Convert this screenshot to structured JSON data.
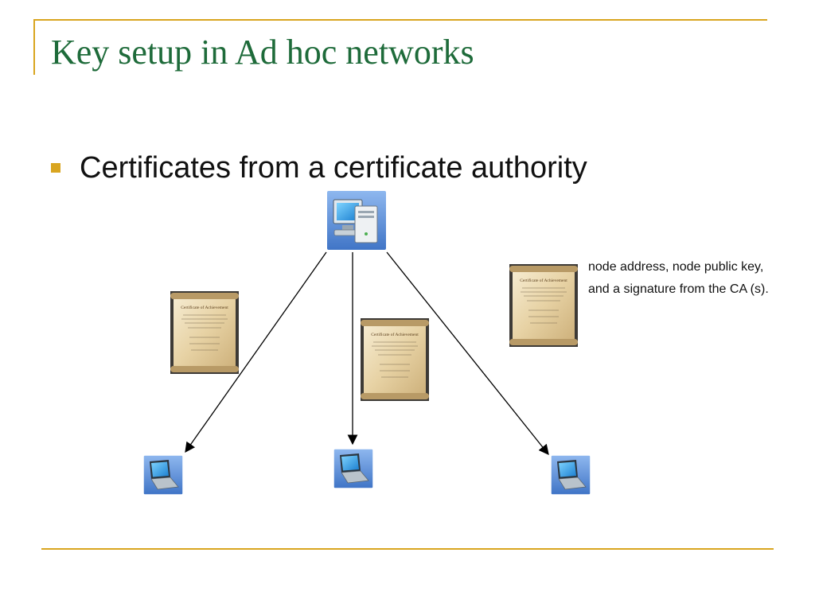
{
  "slide": {
    "title": "Key setup in Ad hoc networks",
    "bullet": "Certificates from a certificate authority",
    "note_lines": [
      "node address, node public key,",
      "and a signature from the CA (s)."
    ]
  },
  "colors": {
    "title": "#1e6b3a",
    "accent": "#d9a520",
    "icon_bg": "#5b8fd6"
  },
  "diagram": {
    "server": {
      "icon": "server-computer-icon"
    },
    "nodes": [
      {
        "icon": "laptop-icon"
      },
      {
        "icon": "laptop-icon"
      },
      {
        "icon": "laptop-icon"
      }
    ],
    "certificates": [
      {
        "icon": "certificate-icon",
        "heading": "Certificate of Achievement"
      },
      {
        "icon": "certificate-icon",
        "heading": "Certificate of Achievement"
      },
      {
        "icon": "certificate-icon",
        "heading": "Certificate of Achievement"
      }
    ]
  }
}
